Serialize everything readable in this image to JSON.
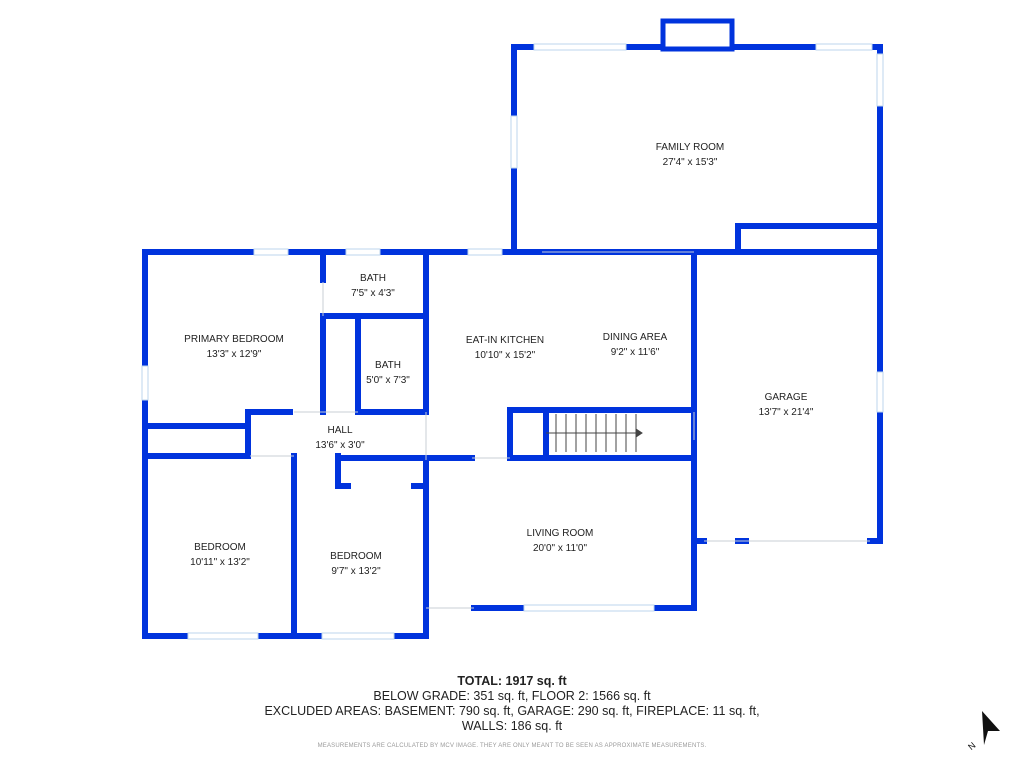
{
  "colors": {
    "wall": "#0033dd",
    "window": "#bcd4ee",
    "text": "#222222"
  },
  "rooms": {
    "family_room": {
      "name": "FAMILY ROOM",
      "dims": "27'4\" x 15'3\""
    },
    "garage": {
      "name": "GARAGE",
      "dims": "13'7\" x 21'4\""
    },
    "primary_bedroom": {
      "name": "PRIMARY BEDROOM",
      "dims": "13'3\" x 12'9\""
    },
    "bath_1": {
      "name": "BATH",
      "dims": "7'5\" x 4'3\""
    },
    "bath_2": {
      "name": "BATH",
      "dims": "5'0\" x 7'3\""
    },
    "eat_in_kitchen": {
      "name": "EAT-IN KITCHEN",
      "dims": "10'10\" x 15'2\""
    },
    "dining_area": {
      "name": "DINING AREA",
      "dims": "9'2\" x 11'6\""
    },
    "hall": {
      "name": "HALL",
      "dims": "13'6\" x 3'0\""
    },
    "bedroom_1": {
      "name": "BEDROOM",
      "dims": "10'11\" x 13'2\""
    },
    "bedroom_2": {
      "name": "BEDROOM",
      "dims": "9'7\" x 13'2\""
    },
    "living_room": {
      "name": "LIVING ROOM",
      "dims": "20'0\" x 11'0\""
    }
  },
  "summary": {
    "total": "TOTAL: 1917 sq. ft",
    "line1": "BELOW GRADE: 351 sq. ft, FLOOR 2: 1566 sq. ft",
    "line2": "EXCLUDED AREAS: BASEMENT: 790 sq. ft, GARAGE: 290 sq. ft, FIREPLACE: 11 sq. ft,",
    "line3": "WALLS: 186 sq. ft"
  },
  "disclaimer": "MEASUREMENTS ARE CALCULATED BY MCV IMAGE. THEY ARE ONLY MEANT TO BE SEEN AS APPROXIMATE MEASUREMENTS.",
  "compass": {
    "label": "N",
    "icon": "north-arrow-icon"
  }
}
